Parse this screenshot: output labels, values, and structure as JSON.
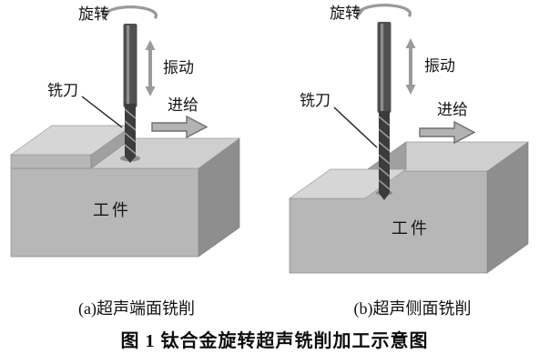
{
  "figure": {
    "panel_a": {
      "labels": {
        "rotation": "旋转",
        "vibration": "振动",
        "cutter": "铣刀",
        "feed": "进给",
        "workpiece": "工件"
      },
      "caption": "(a)超声端面铣削"
    },
    "panel_b": {
      "labels": {
        "rotation": "旋转",
        "vibration": "振动",
        "cutter": "铣刀",
        "feed": "进给",
        "workpiece": "工件"
      },
      "caption": "(b)超声侧面铣削"
    },
    "main_caption": "图 1  钛合金旋转超声铣削加工示意图",
    "colors": {
      "block_top": "#cfcfcf",
      "block_ledge_top": "#d6d6d6",
      "block_front": "#b7b7b7",
      "block_side": "#8e8e8e",
      "step_face": "#a0a0a0",
      "tool_shank": "#505050",
      "tool_flute": "#3c3c3c",
      "arrow_gray": "#9a9a9a",
      "feed_fill": "#b3b3b3"
    }
  }
}
